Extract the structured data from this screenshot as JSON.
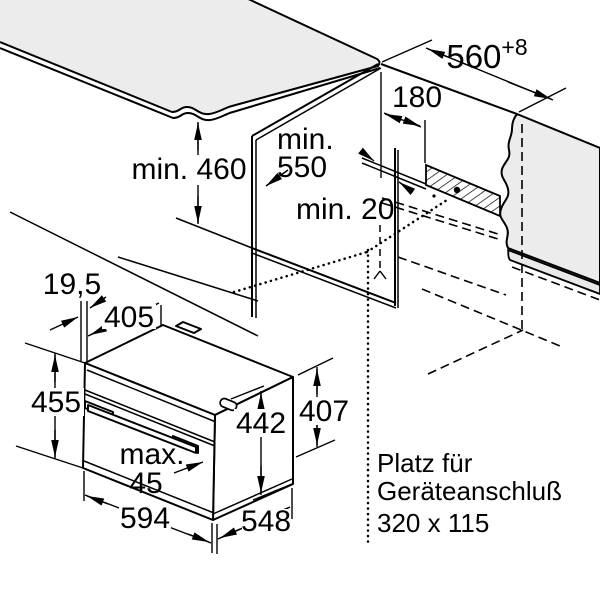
{
  "diagram": {
    "niche": {
      "width": {
        "value": "560",
        "tolerance": "+8"
      },
      "connection_offset": "180",
      "depth_label": {
        "line1": "min.",
        "line2": "550"
      },
      "height": "min. 460",
      "rear_gap": "min. 20"
    },
    "oven": {
      "front_overhang": "19,5",
      "top_depth": "405",
      "front_height": "455",
      "body_height": "442",
      "rear_height": "407",
      "clearance": {
        "line1": "max.",
        "line2": "45"
      },
      "width": "594",
      "depth": "548"
    },
    "connection_note": {
      "line1": "Platz für",
      "line2": "Geräteanschluß",
      "line3": "320 x 115"
    },
    "colors": {
      "line": "#000000",
      "surface": "#ececec",
      "shelf": "#e9e9e9",
      "background": "#ffffff"
    }
  }
}
